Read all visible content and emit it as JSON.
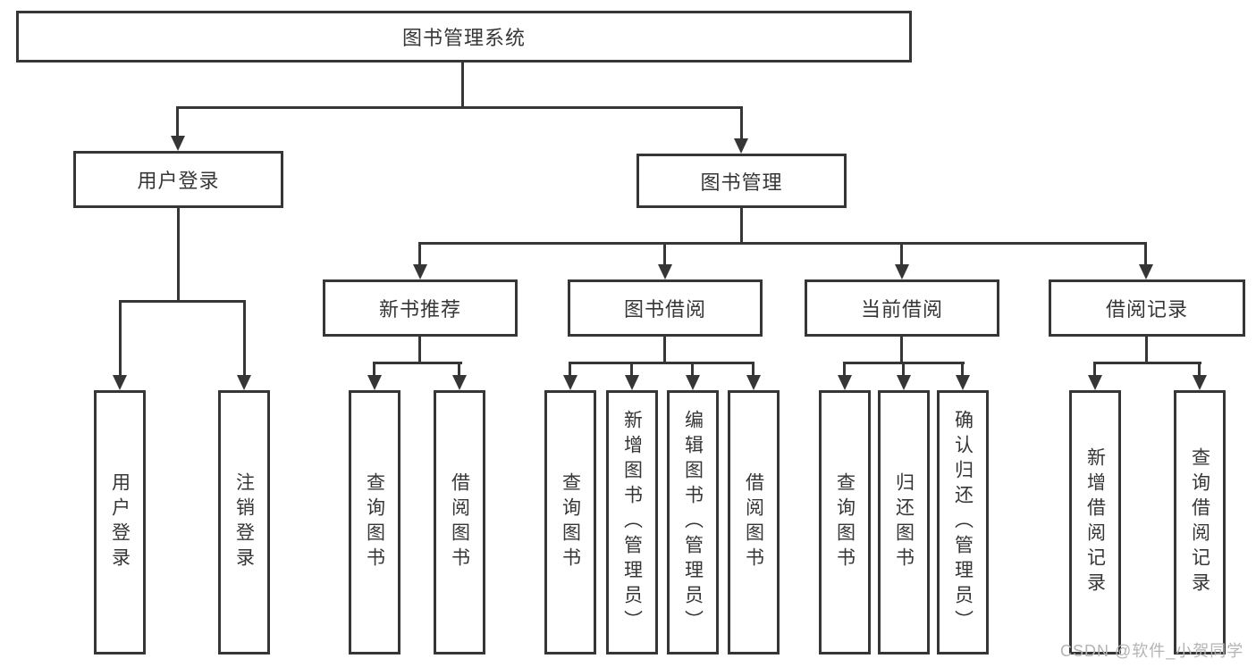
{
  "diagram": {
    "type": "hierarchy-tree",
    "root": {
      "label": "图书管理系统"
    },
    "branches": [
      {
        "label": "用户登录",
        "children": [
          {
            "label": "用户登录"
          },
          {
            "label": "注销登录"
          }
        ]
      },
      {
        "label": "图书管理",
        "children": [
          {
            "label": "新书推荐",
            "children": [
              {
                "label": "查询图书"
              },
              {
                "label": "借阅图书"
              }
            ]
          },
          {
            "label": "图书借阅",
            "children": [
              {
                "label": "查询图书"
              },
              {
                "label": "新增图书（管理员）"
              },
              {
                "label": "编辑图书（管理员）"
              },
              {
                "label": "借阅图书"
              }
            ]
          },
          {
            "label": "当前借阅",
            "children": [
              {
                "label": "查询图书"
              },
              {
                "label": "归还图书"
              },
              {
                "label": "确认归还（管理员）"
              }
            ]
          },
          {
            "label": "借阅记录",
            "children": [
              {
                "label": "新增借阅记录"
              },
              {
                "label": "查询借阅记录"
              }
            ]
          }
        ]
      }
    ]
  },
  "watermark": "CSDN @软件_小贺同学",
  "colors": {
    "line": "#363636",
    "text": "#363636",
    "background": "#ffffff",
    "watermark": "#b6b3b3"
  }
}
